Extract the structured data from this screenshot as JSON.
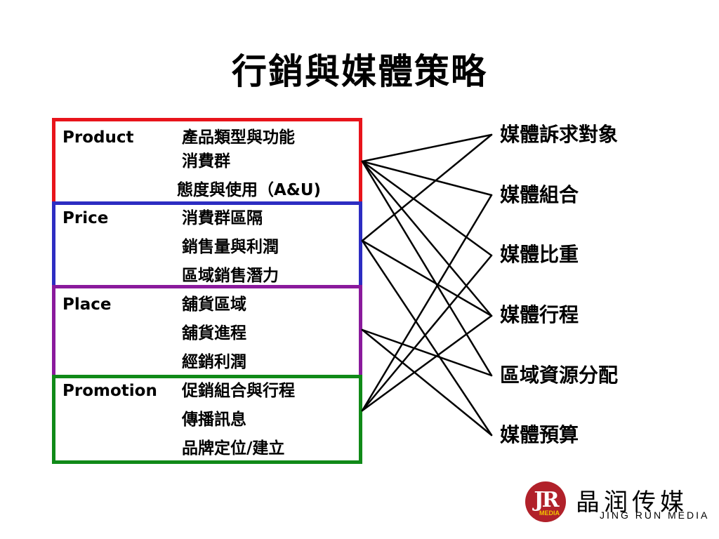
{
  "title": "行銷與媒體策略",
  "groups": [
    {
      "label": "Product",
      "items": [
        "產品類型與功能",
        "消費群",
        "態度與使用（A&U)"
      ],
      "color": "#e8141b"
    },
    {
      "label": "Price",
      "items": [
        "消費群區隔",
        "銷售量與利潤",
        "區域銷售潛力"
      ],
      "color": "#2d2dc2"
    },
    {
      "label": "Place",
      "items": [
        "舖貨區域",
        "舖貨進程",
        "經銷利潤"
      ],
      "color": "#8a1a9c"
    },
    {
      "label": "Promotion",
      "items": [
        "促銷組合與行程",
        "傳播訊息",
        "品牌定位/建立"
      ],
      "color": "#108a18"
    }
  ],
  "media_items": [
    "媒體訴求對象",
    "媒體組合",
    "媒體比重",
    "媒體行程",
    "區域資源分配",
    "媒體預算"
  ],
  "connections": [
    {
      "from": "Product",
      "to": [
        "媒體訴求對象",
        "媒體組合",
        "媒體比重",
        "媒體行程",
        "區域資源分配"
      ]
    },
    {
      "from": "Price",
      "to": [
        "媒體訴求對象",
        "媒體行程",
        "媒體預算"
      ]
    },
    {
      "from": "Place",
      "to": [
        "區域資源分配",
        "媒體預算"
      ]
    },
    {
      "from": "Promotion",
      "to": [
        "媒體組合",
        "媒體比重",
        "媒體行程"
      ]
    }
  ],
  "logo": {
    "mark": "JR",
    "mark_sub": "MEDIA",
    "name_cn": "晶润传媒",
    "name_en": "JING RUN MEDIA",
    "mark_color": "#b1212a"
  }
}
